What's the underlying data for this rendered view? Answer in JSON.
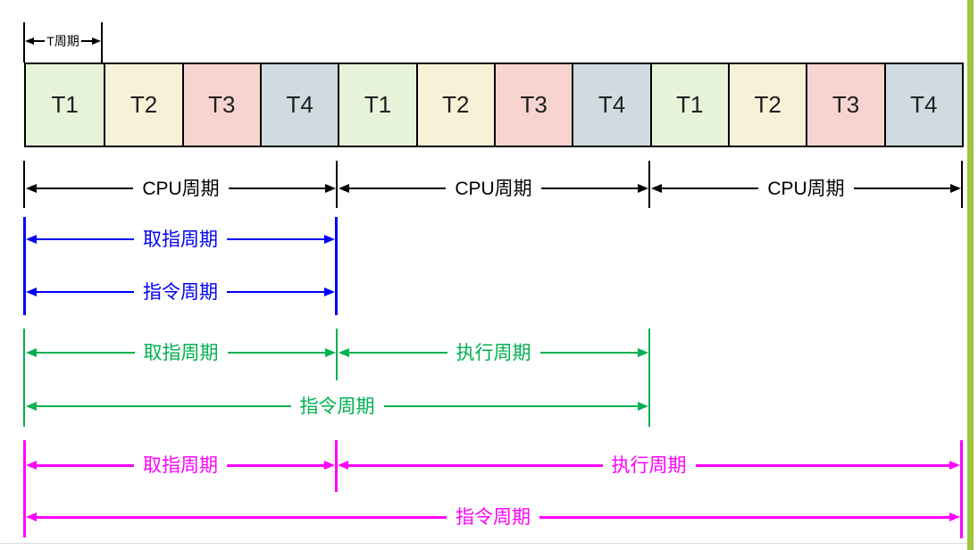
{
  "timeline": {
    "t_period_label": "T周期",
    "slots": [
      "T1",
      "T2",
      "T3",
      "T4",
      "T1",
      "T2",
      "T3",
      "T4",
      "T1",
      "T2",
      "T3",
      "T4"
    ]
  },
  "cpu_rows": {
    "labels": [
      "CPU周期",
      "CPU周期",
      "CPU周期"
    ]
  },
  "blue_group": {
    "fetch_label": "取指周期",
    "instruction_label": "指令周期"
  },
  "green_group": {
    "fetch_label": "取指周期",
    "execute_label": "执行周期",
    "instruction_label": "指令周期"
  },
  "magenta_group": {
    "fetch_label": "取指周期",
    "execute_label": "执行周期",
    "instruction_label": "指令周期"
  },
  "colors": {
    "black": "#000000",
    "blue": "#0000f5",
    "green": "#00b050",
    "magenta": "#ff00ff",
    "t1": "#e7f3d9",
    "t2": "#f9f0d8",
    "t3": "#f7d4cf",
    "t4": "#cfdbe1",
    "pageborder": "#9dc43c"
  }
}
